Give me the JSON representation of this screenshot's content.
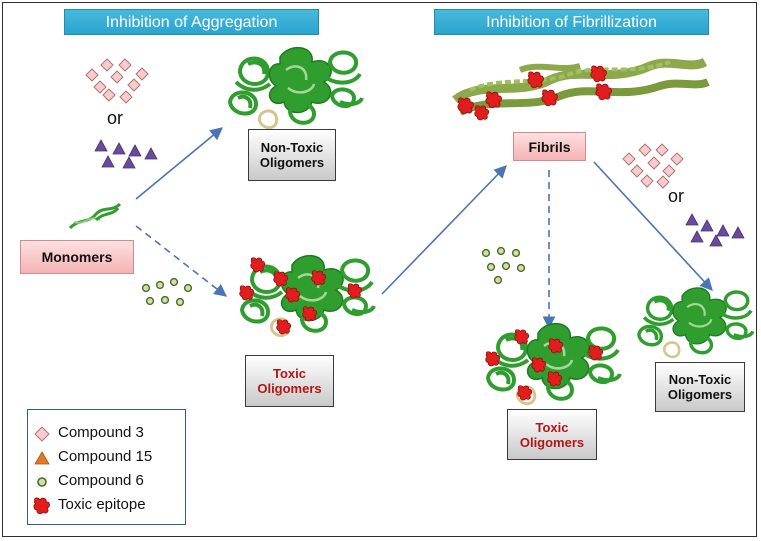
{
  "headers": {
    "left": "Inhibition of Aggregation",
    "right": "Inhibition of  Fibrillization"
  },
  "labels": {
    "monomers": "Monomers",
    "fibrils": "Fibrils",
    "nontoxic_top_line1": "Non-Toxic",
    "nontoxic_top_line2": "Oligomers",
    "toxic_mid_line1": "Toxic",
    "toxic_mid_line2": "Oligomers",
    "toxic_right_line1": "Toxic",
    "toxic_right_line2": "Oligomers",
    "nontoxic_right_line1": "Non-Toxic",
    "nontoxic_right_line2": "Oligomers",
    "or_left": "or",
    "or_right": "or"
  },
  "legend": {
    "items": [
      {
        "label": "Compound 3",
        "icon": "pink-diamond-icon"
      },
      {
        "label": "Compound 15",
        "icon": "orange-triangle-icon"
      },
      {
        "label": "Compound 6",
        "icon": "green-dot-icon"
      },
      {
        "label": "Toxic epitope",
        "icon": "red-epitope-icon"
      }
    ]
  },
  "colors": {
    "banner": "#2aa4cf",
    "arrow": "#4a74b4",
    "protein_green": "#2f9e2f",
    "fibril_olive": "#8ba84a",
    "epitope_red": "#e01c1c",
    "diamond_pink": "#f4c6c6",
    "triangle_purple": "#6a4b9a",
    "dot_green": "#6f8f3a"
  }
}
